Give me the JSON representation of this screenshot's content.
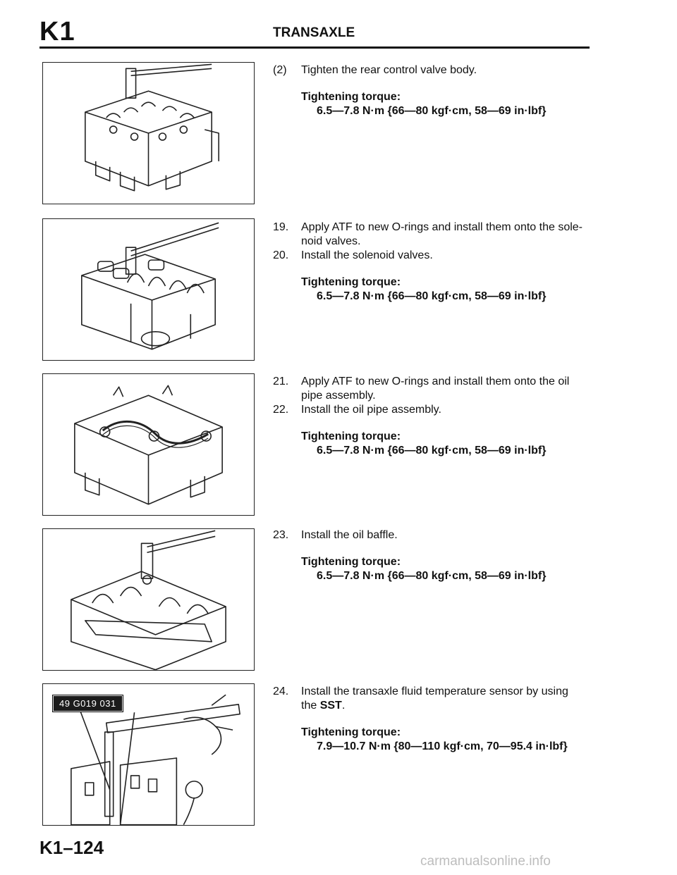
{
  "header": {
    "section_code": "K1",
    "title": "TRANSAXLE"
  },
  "figures": [
    {
      "name": "rear-control-valve-body"
    },
    {
      "name": "solenoid-valves"
    },
    {
      "name": "oil-pipe-assembly"
    },
    {
      "name": "oil-baffle"
    },
    {
      "name": "fluid-temperature-sensor",
      "tool_label": "49 G019 031"
    }
  ],
  "steps": [
    {
      "number": "(2)",
      "lines": [
        "Tighten the rear control valve body."
      ],
      "torque_label": "Tightening torque:",
      "torque_value": "6.5—7.8 N·m {66—80 kgf·cm, 58—69 in·lbf}"
    },
    {
      "number": "19.",
      "lines": [
        "Apply ATF to new O-rings and install them onto the sole-",
        "noid valves."
      ]
    },
    {
      "number": "20.",
      "lines": [
        "Install the solenoid valves."
      ],
      "torque_label": "Tightening torque:",
      "torque_value": "6.5—7.8 N·m {66—80 kgf·cm, 58—69 in·lbf}"
    },
    {
      "number": "21.",
      "lines": [
        "Apply ATF to new O-rings and install them onto the oil",
        "pipe assembly."
      ]
    },
    {
      "number": "22.",
      "lines": [
        "Install the oil pipe assembly."
      ],
      "torque_label": "Tightening torque:",
      "torque_value": "6.5—7.8 N·m {66—80 kgf·cm, 58—69 in·lbf}"
    },
    {
      "number": "23.",
      "lines": [
        "Install the oil baffle."
      ],
      "torque_label": "Tightening torque:",
      "torque_value": "6.5—7.8 N·m {66—80 kgf·cm, 58—69 in·lbf}"
    },
    {
      "number": "24.",
      "text_before": "Install the transaxle fluid temperature sensor by using",
      "text_line2_prefix": "the ",
      "text_bold": "SST",
      "text_line2_suffix": ".",
      "torque_label": "Tightening torque:",
      "torque_value": "7.9—10.7 N·m {80—110 kgf·cm, 70—95.4 in·lbf}"
    }
  ],
  "footer": {
    "page_number": "K1–124",
    "watermark": "carmanualsonline.info"
  }
}
